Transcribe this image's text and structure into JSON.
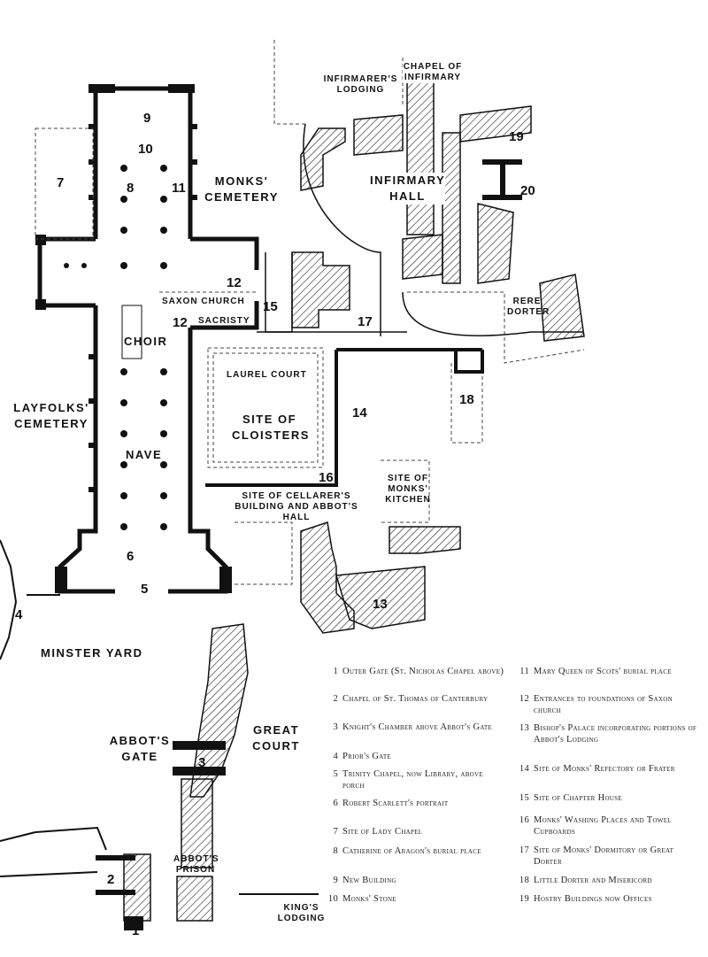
{
  "plan_labels": {
    "monks_cemetery": "MONKS' CEMETERY",
    "layfolks_cemetery": "LAYFOLKS' CEMETERY",
    "nave": "NAVE",
    "choir": "CHOIR",
    "saxon_church": "SAXON CHURCH",
    "sacristy": "SACRISTY",
    "laurel_court": "LAUREL COURT",
    "site_of_cloisters": "SITE OF CLOISTERS",
    "cellarer": "SITE OF CELLARER'S BUILDING AND ABBOT'S HALL",
    "monks_kitchen": "SITE OF MONKS' KITCHEN",
    "infirmarers_lodging": "INFIRMARER'S LODGING",
    "chapel_of_infirmary": "CHAPEL OF INFIRMARY",
    "infirmary_hall": "INFIRMARY HALL",
    "rere_dorter": "RERE DORTER",
    "minster_yard": "MINSTER YARD",
    "abbots_gate": "ABBOT'S GATE",
    "great_court": "GREAT COURT",
    "abbots_prison": "ABBOT'S PRISON",
    "kings_lodging": "KING'S LODGING"
  },
  "plan_numbers": [
    "1",
    "2",
    "3",
    "4",
    "5",
    "6",
    "7",
    "8",
    "9",
    "10",
    "11",
    "12",
    "12",
    "13",
    "14",
    "15",
    "16",
    "17",
    "18",
    "19",
    "20"
  ],
  "legend": [
    {
      "n": "1",
      "text": "Outer Gate (St. Nicholas Chapel above)"
    },
    {
      "n": "2",
      "text": "Chapel of St. Thomas of Canterbury"
    },
    {
      "n": "3",
      "text": "Knight's Chamber above Abbot's Gate"
    },
    {
      "n": "4",
      "text": "Prior's Gate"
    },
    {
      "n": "5",
      "text": "Trinity Chapel, now Library, above porch"
    },
    {
      "n": "6",
      "text": "Robert Scarlett's portrait"
    },
    {
      "n": "7",
      "text": "Site of Lady Chapel"
    },
    {
      "n": "8",
      "text": "Catherine of Aragon's burial place"
    },
    {
      "n": "9",
      "text": "New Building"
    },
    {
      "n": "10",
      "text": "Monks' Stone"
    },
    {
      "n": "11",
      "text": "Mary Queen of Scots' burial place"
    },
    {
      "n": "12",
      "text": "Entrances to foundations of Saxon church"
    },
    {
      "n": "13",
      "text": "Bishop's Palace incorporating portions of Abbot's Lodging"
    },
    {
      "n": "14",
      "text": "Site of Monks' Refectory or Frater"
    },
    {
      "n": "15",
      "text": "Site of Chapter House"
    },
    {
      "n": "16",
      "text": "Monks' Washing Places and Towel Cupboards"
    },
    {
      "n": "17",
      "text": "Site of Monks' Dormitory or Great Dorter"
    },
    {
      "n": "18",
      "text": "Little Dorter and Misericord"
    },
    {
      "n": "19",
      "text": "Hostry Buildings now Offices"
    }
  ]
}
